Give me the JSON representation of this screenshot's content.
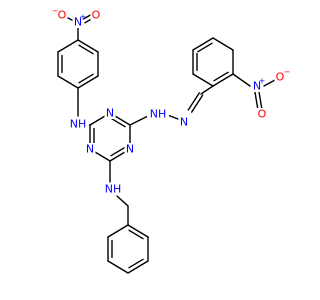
{
  "colors": {
    "background": "#ffffff",
    "bond": "#000000",
    "nitrogen": "#0000ff",
    "oxygen": "#ff0000"
  },
  "atoms": {
    "n_atom": "N",
    "nh_group": "NH",
    "o_atom": "O",
    "o_minus": "O",
    "n_plus": "N",
    "minus_sign": "−",
    "plus_sign": "+"
  }
}
